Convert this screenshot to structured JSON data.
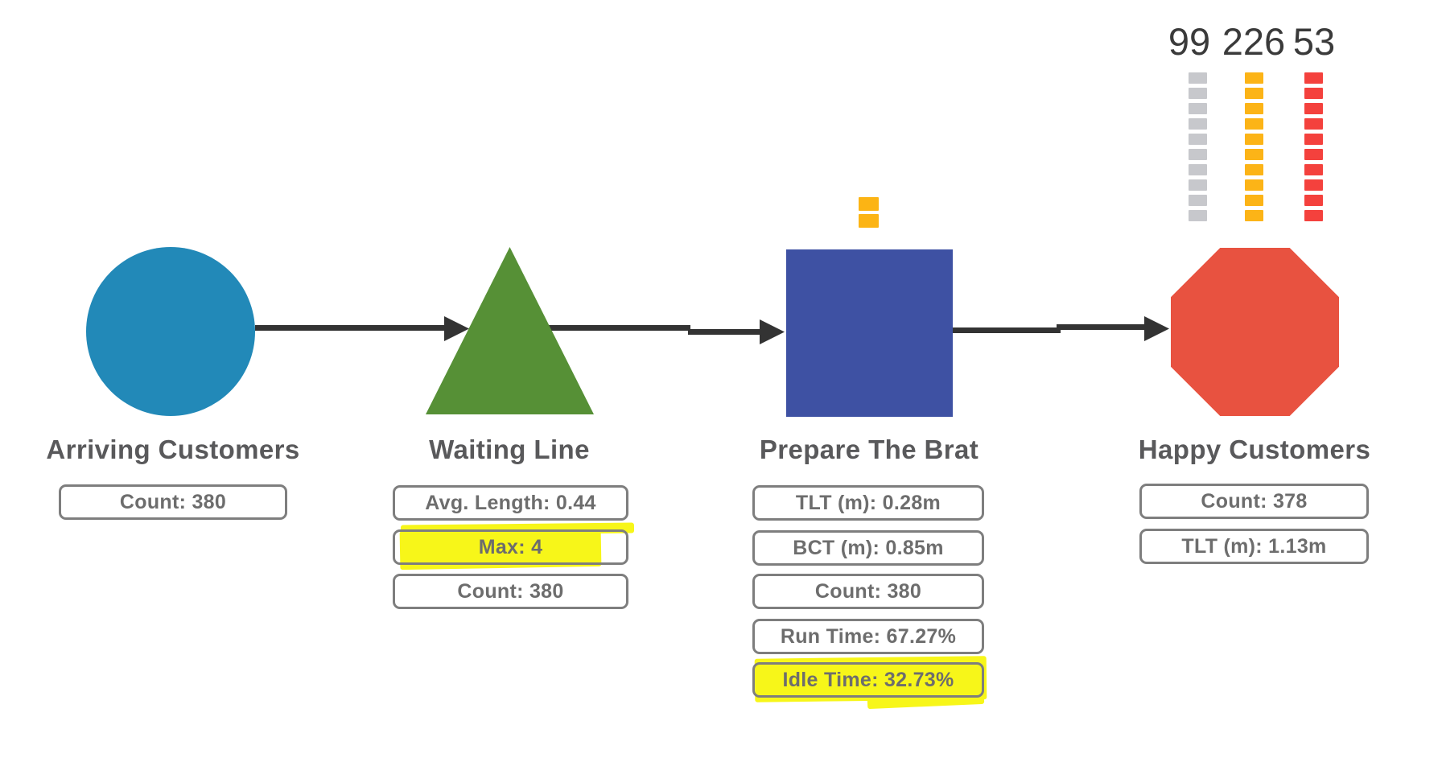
{
  "nodes": [
    {
      "id": "arriving-customers",
      "shape": "circle",
      "color": "#2289b8",
      "label": "Arriving Customers",
      "stats": [
        {
          "text": "Count: 380",
          "highlight": false
        }
      ]
    },
    {
      "id": "waiting-line",
      "shape": "triangle",
      "color": "#569036",
      "label": "Waiting Line",
      "stats": [
        {
          "text": "Avg. Length: 0.44",
          "highlight": false
        },
        {
          "text": "Max: 4",
          "highlight": true
        },
        {
          "text": "Count: 380",
          "highlight": false
        }
      ]
    },
    {
      "id": "prepare-the-brat",
      "shape": "square",
      "color": "#3e51a3",
      "label": "Prepare The Brat",
      "stats": [
        {
          "text": "TLT (m): 0.28m",
          "highlight": false
        },
        {
          "text": "BCT (m): 0.85m",
          "highlight": false
        },
        {
          "text": "Count: 380",
          "highlight": false
        },
        {
          "text": "Run Time: 67.27%",
          "highlight": false
        },
        {
          "text": "Idle Time: 32.73%",
          "highlight": true
        }
      ]
    },
    {
      "id": "happy-customers",
      "shape": "octagon",
      "color": "#e85240",
      "label": "Happy Customers",
      "stats": [
        {
          "text": "Count: 378",
          "highlight": false
        },
        {
          "text": "TLT (m): 1.13m",
          "highlight": false
        }
      ]
    }
  ],
  "exit_histogram": {
    "columns": [
      {
        "value": "99",
        "color": "#c7c8cc",
        "blocks": 10
      },
      {
        "value": "226",
        "color": "#fcb417",
        "blocks": 10
      },
      {
        "value": "53",
        "color": "#f4413d",
        "blocks": 10
      }
    ]
  },
  "machine_buffer": {
    "color": "#fcb414",
    "blocks": 2
  },
  "colors": {
    "arrow": "#333333",
    "highlight": "#f7f619"
  }
}
